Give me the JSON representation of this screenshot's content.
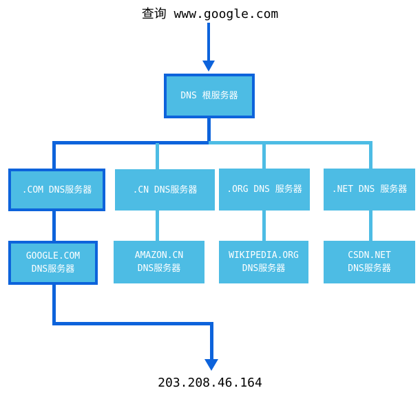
{
  "title": "查询 www.google.com",
  "result_ip": "203.208.46.164",
  "colors": {
    "highlight_blue": "#0d63db",
    "node_fill_blue": "#4dbce4",
    "node_text": "#ffffff",
    "caption_text": "#000000"
  },
  "root": {
    "label": "DNS 根服务器"
  },
  "tld_servers": [
    {
      "label": ".COM DNS服务器",
      "highlighted": true
    },
    {
      "label": ".CN DNS服务器",
      "highlighted": false
    },
    {
      "label": ".ORG DNS 服务器",
      "highlighted": false
    },
    {
      "label": ".NET DNS 服务器",
      "highlighted": false
    }
  ],
  "authoritative_servers": [
    {
      "line1": "GOOGLE.COM",
      "line2": "DNS服务器",
      "highlighted": true
    },
    {
      "line1": "AMAZON.CN",
      "line2": "DNS服务器",
      "highlighted": false
    },
    {
      "line1": "WIKIPEDIA.ORG",
      "line2": "DNS服务器",
      "highlighted": false
    },
    {
      "line1": "CSDN.NET",
      "line2": "DNS服务器",
      "highlighted": false
    }
  ]
}
